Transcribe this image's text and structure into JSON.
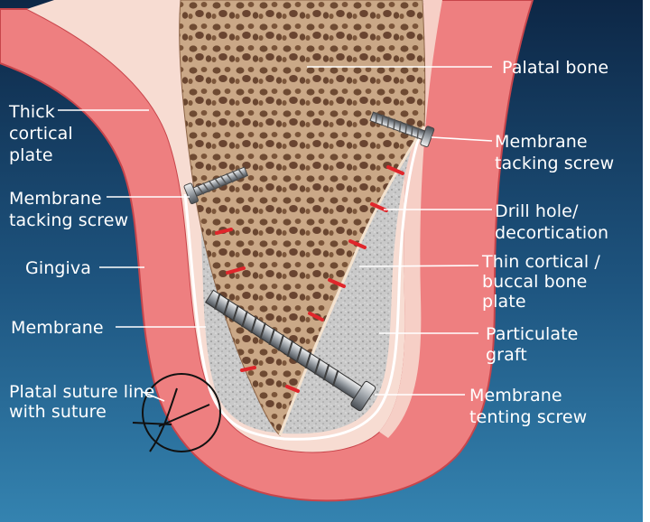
{
  "labels": {
    "palatal_bone": "Palatal bone",
    "membrane_tacking_screw_right": [
      "Membrane",
      "tacking screw"
    ],
    "drill_hole": [
      "Drill hole/",
      "decortication"
    ],
    "thin_cortical": [
      "Thin cortical /",
      "buccal bone",
      "plate"
    ],
    "particulate_graft": [
      "Particulate",
      "graft"
    ],
    "membrane_tenting_screw": [
      "Membrane",
      "tenting screw"
    ],
    "thick_cortical_plate": [
      "Thick",
      "cortical",
      "plate"
    ],
    "membrane_tacking_screw_left": [
      "Membrane",
      "tacking screw"
    ],
    "gingiva": "Gingiva",
    "membrane": "Membrane",
    "platal_suture": [
      "Platal suture line",
      "with suture"
    ]
  },
  "colors": {
    "background_top": "#0f2a4a",
    "background_bottom": "#2d7aa6",
    "gingiva": "#ee7f80",
    "gingiva_dark": "#d9575d",
    "cortical_plate": "#f7dcd2",
    "bone": "#c9a886",
    "bone_pore": "#6e4a32",
    "graft": "#c8c8c8",
    "drill_hole": "#e0262b",
    "label_text": "#ffffff"
  }
}
